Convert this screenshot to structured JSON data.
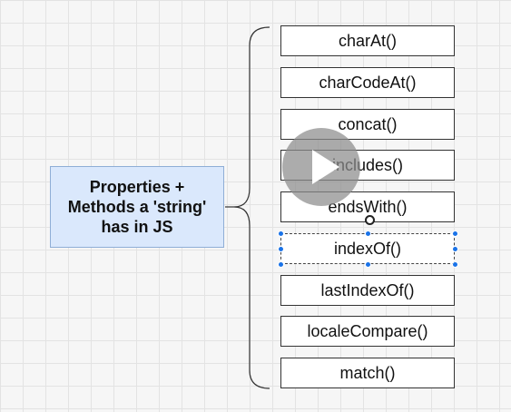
{
  "concept": {
    "label": "Properties +\nMethods a 'string'\nhas in JS"
  },
  "methods": [
    {
      "label": "charAt()"
    },
    {
      "label": "charCodeAt()"
    },
    {
      "label": "concat()"
    },
    {
      "label": "includes()"
    },
    {
      "label": "endsWith()"
    },
    {
      "label": "indexOf()",
      "selected": true
    },
    {
      "label": "lastIndexOf()"
    },
    {
      "label": "localeCompare()"
    },
    {
      "label": "match()"
    }
  ],
  "overlay": {
    "icon": "play-icon"
  },
  "colors": {
    "concept_fill": "#dae8fc",
    "selection_handle": "#1a73e8"
  }
}
